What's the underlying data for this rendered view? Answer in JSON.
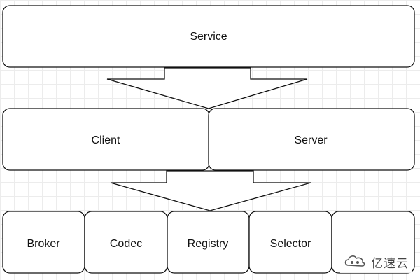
{
  "layers": {
    "service": {
      "label": "Service"
    },
    "client": {
      "label": "Client"
    },
    "server": {
      "label": "Server"
    },
    "broker": {
      "label": "Broker"
    },
    "codec": {
      "label": "Codec"
    },
    "registry": {
      "label": "Registry"
    },
    "selector": {
      "label": "Selector"
    },
    "transport": {
      "label": ""
    }
  },
  "watermark": {
    "text": "亿速云",
    "icon": "cloud-logo-icon"
  },
  "colors": {
    "stroke": "#111111",
    "fill": "#ffffff",
    "grid": "#ececec",
    "watermark": "#444444"
  }
}
